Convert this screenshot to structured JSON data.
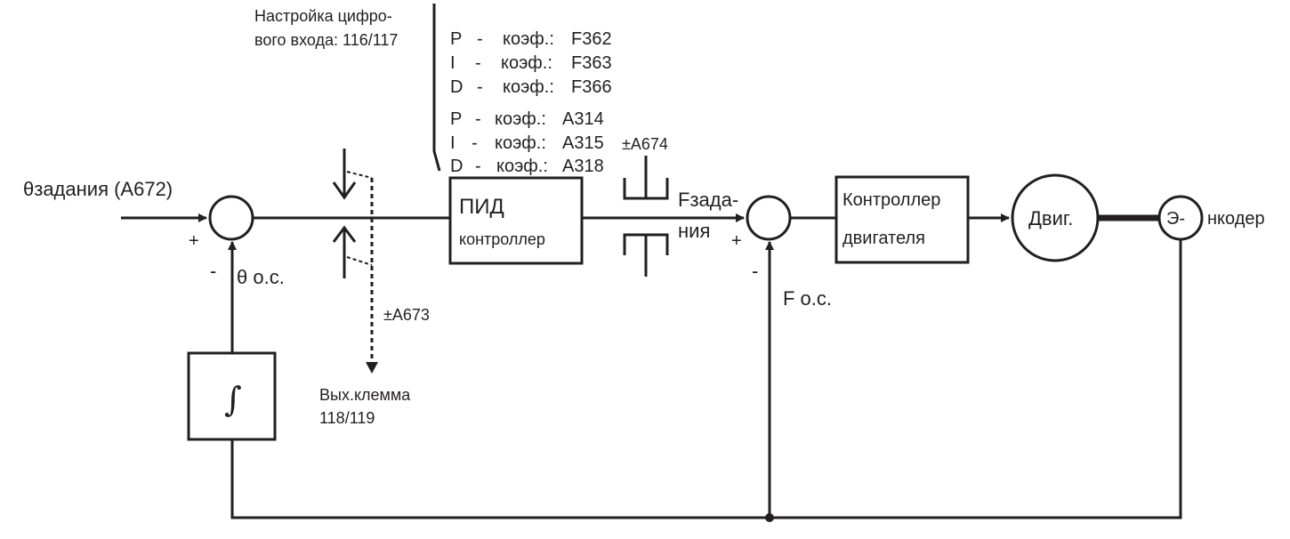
{
  "diagram": {
    "title": "PID position control loop",
    "colors": {
      "line": "#231f20",
      "background": "#ffffff"
    },
    "digital_input_note": {
      "line1": "Настройка цифро-",
      "line2": "вого входа: 116/117"
    },
    "pid_params_set1": [
      {
        "term": "P",
        "dash": "-",
        "label": "коэф.:",
        "code": "F362"
      },
      {
        "term": "I",
        "dash": "-",
        "label": "коэф.:",
        "code": "F363"
      },
      {
        "term": "D",
        "dash": "-",
        "label": "коэф.:",
        "code": "F366"
      }
    ],
    "pid_params_set2": [
      {
        "term": "P",
        "dash": "-",
        "label": "коэф.:",
        "code": "A314"
      },
      {
        "term": "I",
        "dash": "-",
        "label": "коэф.:",
        "code": "A315"
      },
      {
        "term": "D",
        "dash": "-",
        "label": "коэф.:",
        "code": "A318"
      }
    ],
    "input_label": "θзадания (A672)",
    "sum1": {
      "plus": "+",
      "minus": "-"
    },
    "feedback_theta_label": "θ о.с.",
    "limit_a673": "±A673",
    "output_terminal": {
      "line1": "Вых.клемма",
      "line2": "118/119"
    },
    "pid_block": {
      "line1": "ПИД",
      "line2": "контроллер"
    },
    "limit_a674": "±A674",
    "f_setpoint": {
      "line1": "Fзада-",
      "line2": "ния"
    },
    "sum2": {
      "plus": "+",
      "minus": "-"
    },
    "feedback_f_label": "F о.с.",
    "motor_controller": {
      "line1": "Контроллер",
      "line2": "двигателя"
    },
    "motor": "Двиг.",
    "encoder": {
      "part1": "Э-",
      "part2": "нкодер"
    },
    "integrator_symbol": "∫"
  }
}
